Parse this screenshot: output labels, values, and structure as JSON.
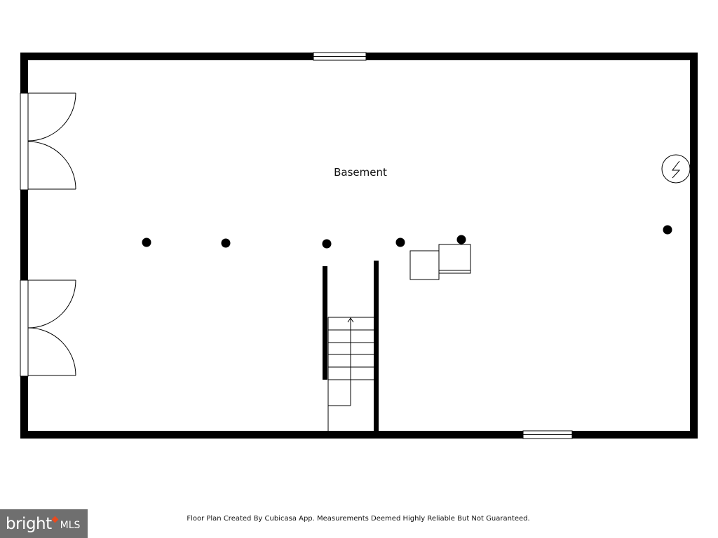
{
  "floor_plan": {
    "room_label": "Basement",
    "footer_note": "Floor Plan Created By Cubicasa App. Measurements Deemed Highly Reliable But Not Guaranteed."
  },
  "branding": {
    "logo_text": "bright",
    "logo_suffix": "MLS",
    "badge_color": "#6f6f6f",
    "accent_color": "#e84a1e"
  },
  "colors": {
    "wall": "#000000",
    "background": "#ffffff"
  }
}
